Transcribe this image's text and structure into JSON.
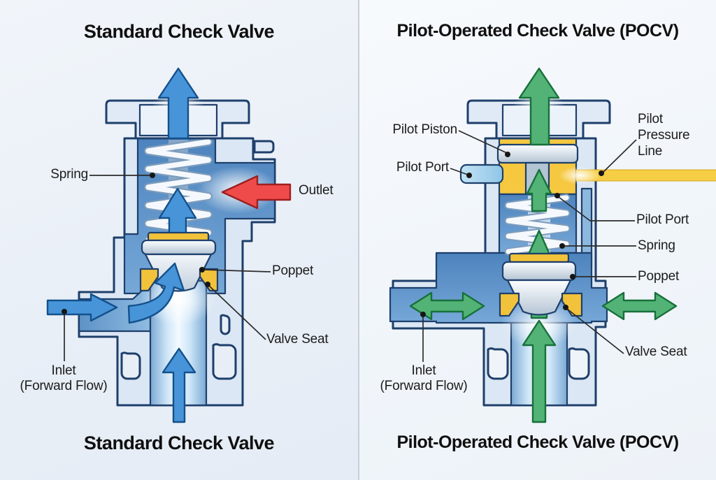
{
  "left": {
    "title": "Standard Check Valve",
    "caption": "Standard Check Valve",
    "labels": {
      "spring": "Spring",
      "outlet": "Outlet",
      "poppet": "Poppet",
      "valve_seat": "Valve Seat",
      "inlet1": "Inlet",
      "inlet2": "(Forward Flow)"
    }
  },
  "right": {
    "title": "Pilot-Operated Check Valve (POCV)",
    "caption": "Pilot-Operated Check Valve (POCV)",
    "labels": {
      "pilot_piston": "Pilot Piston",
      "pilot_port_left": "Pilot Port",
      "pilot_pressure1": "Pilot",
      "pilot_pressure2": "Pressure",
      "pilot_pressure3": "Line",
      "pilot_port_right": "Pilot Port",
      "spring": "Spring",
      "poppet": "Poppet",
      "valve_seat": "Valve Seat",
      "inlet1": "Inlet",
      "inlet2": "(Forward Flow)"
    }
  },
  "colors": {
    "forward_flow_blue": "#4795d8",
    "reverse_flow_red": "#ee4b4a",
    "bidirectional_green": "#53b377",
    "pilot_yellow": "#f5c840",
    "seat_yellow": "#f2c23a",
    "pressure_line_yellow": "#f6ce45",
    "body_fill": "#dbe7f4",
    "outline_navy": "#1e3f6b"
  }
}
